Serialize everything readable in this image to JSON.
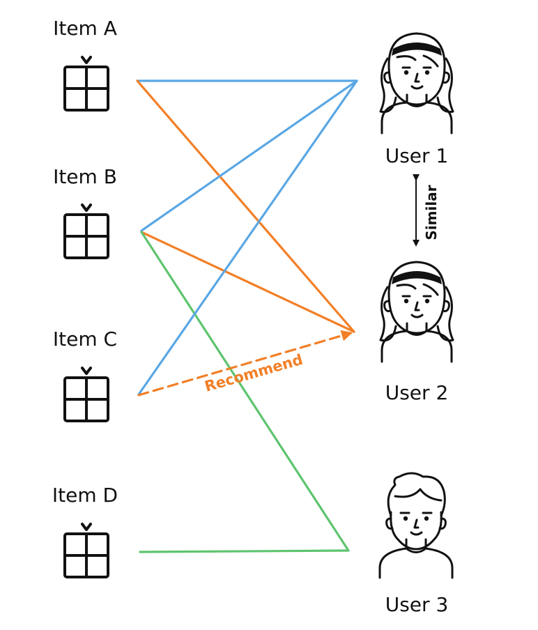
{
  "items": [
    {
      "label": "Item A"
    },
    {
      "label": "Item B"
    },
    {
      "label": "Item C"
    },
    {
      "label": "Item D"
    }
  ],
  "users": [
    {
      "label": "User 1"
    },
    {
      "label": "User 2"
    },
    {
      "label": "User 3"
    }
  ],
  "annotations": {
    "recommend": "Recommend",
    "similar": "Similar"
  },
  "colors": {
    "blue": "#5aa7e4",
    "orange": "#f27f26",
    "green": "#5ec46e"
  },
  "edges": [
    {
      "from": "Item A",
      "to": "User 1",
      "color": "blue"
    },
    {
      "from": "Item A",
      "to": "User 2",
      "color": "orange"
    },
    {
      "from": "Item B",
      "to": "User 1",
      "color": "blue"
    },
    {
      "from": "Item B",
      "to": "User 2",
      "color": "orange"
    },
    {
      "from": "Item B",
      "to": "User 3",
      "color": "green"
    },
    {
      "from": "Item C",
      "to": "User 1",
      "color": "blue"
    },
    {
      "from": "Item C",
      "to": "User 2",
      "color": "orange",
      "style": "dashed-arrow"
    },
    {
      "from": "Item D",
      "to": "User 3",
      "color": "green"
    }
  ]
}
